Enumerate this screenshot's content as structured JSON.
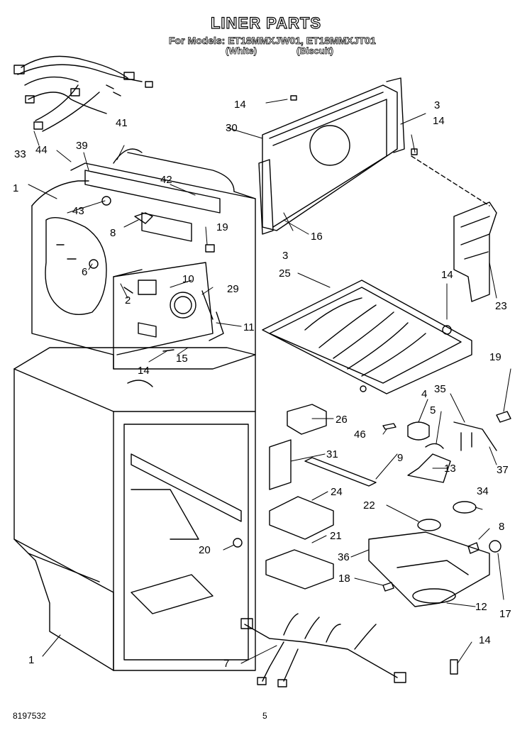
{
  "header": {
    "title": "LINER PARTS",
    "models": "For Models: ET18MMXJW01, ET18MMXJT01",
    "variant_white": "(White)",
    "variant_biscuit": "(Biscuit)"
  },
  "callouts": [
    "1",
    "3",
    "4",
    "5",
    "6",
    "7",
    "8",
    "9",
    "10",
    "11",
    "12",
    "13",
    "14",
    "15",
    "16",
    "17",
    "18",
    "19",
    "20",
    "21",
    "22",
    "23",
    "24",
    "25",
    "26",
    "29",
    "30",
    "31",
    "33",
    "34",
    "35",
    "36",
    "37",
    "39",
    "41",
    "42",
    "43",
    "44",
    "46",
    "2"
  ],
  "footer": {
    "doc_number": "8197532",
    "page": "5"
  }
}
